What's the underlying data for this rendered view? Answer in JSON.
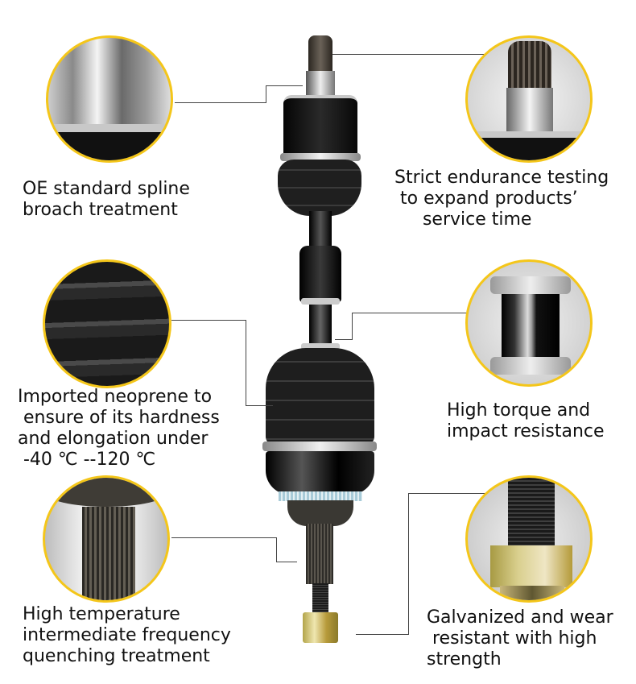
{
  "features": [
    {
      "id": "spline-broach",
      "caption": "OE standard spline\nbroach treatment"
    },
    {
      "id": "endurance",
      "caption": "Strict endurance testing\n to expand products’\n     service time"
    },
    {
      "id": "neoprene",
      "caption": "Imported neoprene to\n ensure of its hardness\nand elongation under\n -40 ℃ --120 ℃"
    },
    {
      "id": "torque",
      "caption": "High torque and\nimpact resistance"
    },
    {
      "id": "quenching",
      "caption": "High temperature\nintermediate frequency\nquenching treatment"
    },
    {
      "id": "galvanized",
      "caption": "Galvanized and wear\n resistant with high\nstrength"
    }
  ],
  "colors": {
    "ring": "#f4c61a",
    "line": "#444444",
    "text": "#111111"
  }
}
